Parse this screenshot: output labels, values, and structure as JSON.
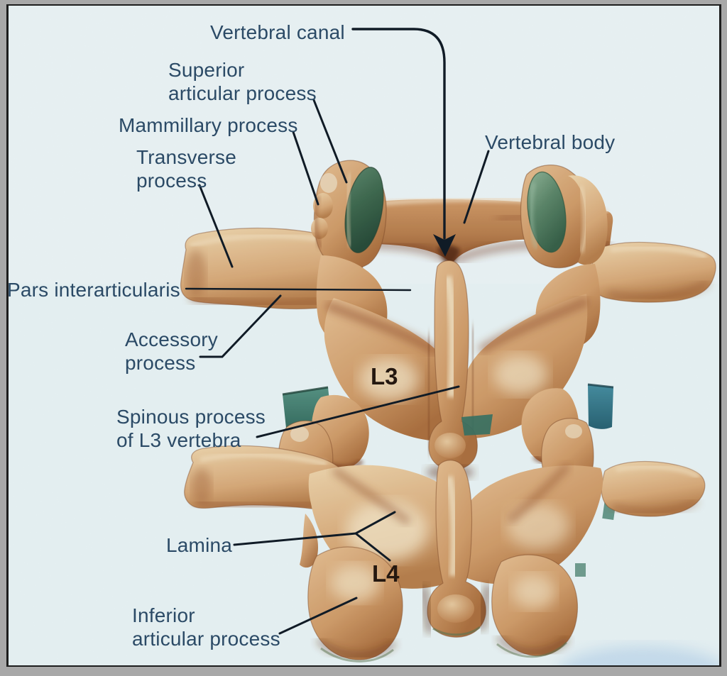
{
  "figure": {
    "type": "anatomical-diagram",
    "subject": "Posterior view of lumbar vertebrae L3 and L4 with labeled bony landmarks",
    "labels": [
      {
        "id": "vertebral-canal",
        "text": "Vertebral canal"
      },
      {
        "id": "superior-articular-process",
        "text": "Superior\narticular process"
      },
      {
        "id": "mammillary-process",
        "text": "Mammillary process"
      },
      {
        "id": "transverse-process",
        "text": "Transverse\nprocess"
      },
      {
        "id": "vertebral-body",
        "text": "Vertebral body"
      },
      {
        "id": "pars-interarticularis",
        "text": "Pars interarticularis"
      },
      {
        "id": "accessory-process",
        "text": "Accessory\nprocess"
      },
      {
        "id": "spinous-process-of-l3",
        "text": "Spinous process\nof L3 vertebra"
      },
      {
        "id": "lamina",
        "text": "Lamina"
      },
      {
        "id": "inferior-articular-process",
        "text": "Inferior\narticular process"
      }
    ],
    "vertebra_labels": [
      {
        "id": "l3",
        "text": "L3"
      },
      {
        "id": "l4",
        "text": "L4"
      }
    ],
    "colors": {
      "background": "#e9f6f9",
      "frame_outer_gray": "#a8a8a8",
      "frame_inner_dark": "#1d1d1d",
      "label_text": "#2b4a66",
      "vertebra_label_text": "#241810",
      "leader_line": "#101b26",
      "bone_highlight": "#f2e3c4",
      "bone_light": "#d8a977",
      "bone_mid": "#cf9a66",
      "bone_shadow": "#8a4a26",
      "bone_crevice": "#5a2a12",
      "facet_green_left": "#2d5c42",
      "facet_green_right": "#5d8f70",
      "disc_teal_left": "#3d8575",
      "disc_teal_right": "#2e7b8e"
    }
  }
}
